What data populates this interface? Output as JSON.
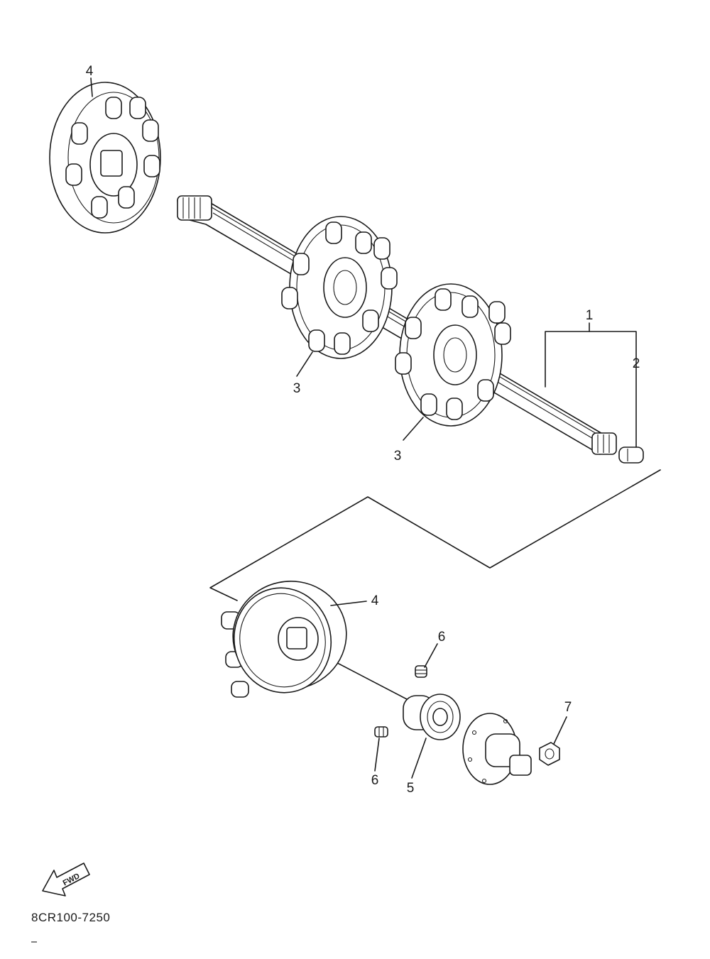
{
  "diagram_code": "8CR100-7250",
  "fwd_label": "FWD",
  "callouts": {
    "c1": "1",
    "c2": "2",
    "c3a": "3",
    "c3b": "3",
    "c4a": "4",
    "c4b": "4",
    "c5": "5",
    "c6a": "6",
    "c6b": "6",
    "c7": "7"
  }
}
